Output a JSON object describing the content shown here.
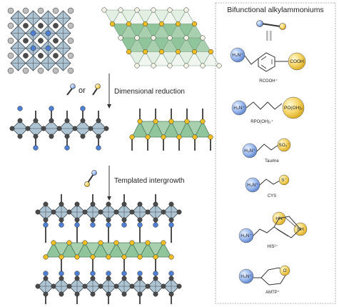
{
  "labels": {
    "or": "or",
    "step_1": "Dimensional reduction",
    "step_2": "Templated intergrowth"
  },
  "panel": {
    "title": "Bifunctional alkylammoniums"
  },
  "molecules": [
    {
      "label": "RCOOH⁺",
      "head": "H₃N⁺",
      "tail": "COOH"
    },
    {
      "label": "RPO(OH)₂⁺",
      "head": "H₃N⁺",
      "tail": "PO(OH)₂"
    },
    {
      "label": "Taurine",
      "head": "H₃N⁺",
      "tail": "SO₃⁻"
    },
    {
      "label": "CYS",
      "head": "H₃N⁺",
      "tail": "S⁻"
    },
    {
      "label": "HIS²⁺",
      "head": "H₃N⁺",
      "ring_top": "HN",
      "ring_right": "NH"
    },
    {
      "label": "AMTP⁺",
      "head": "H₃N⁺",
      "ring_atom": "O"
    }
  ],
  "colors": {
    "octahedron_fill": "#aec4d2",
    "octahedron_stroke": "#3b4650",
    "triangle_fill": "#90c49b",
    "triangle_light": "#e3efe2",
    "atom_dark": "#4b4b4b",
    "atom_grey": "#9a9a9a",
    "amine_blue": "#4f7fd0",
    "acid_yellow": "#efbf25"
  }
}
